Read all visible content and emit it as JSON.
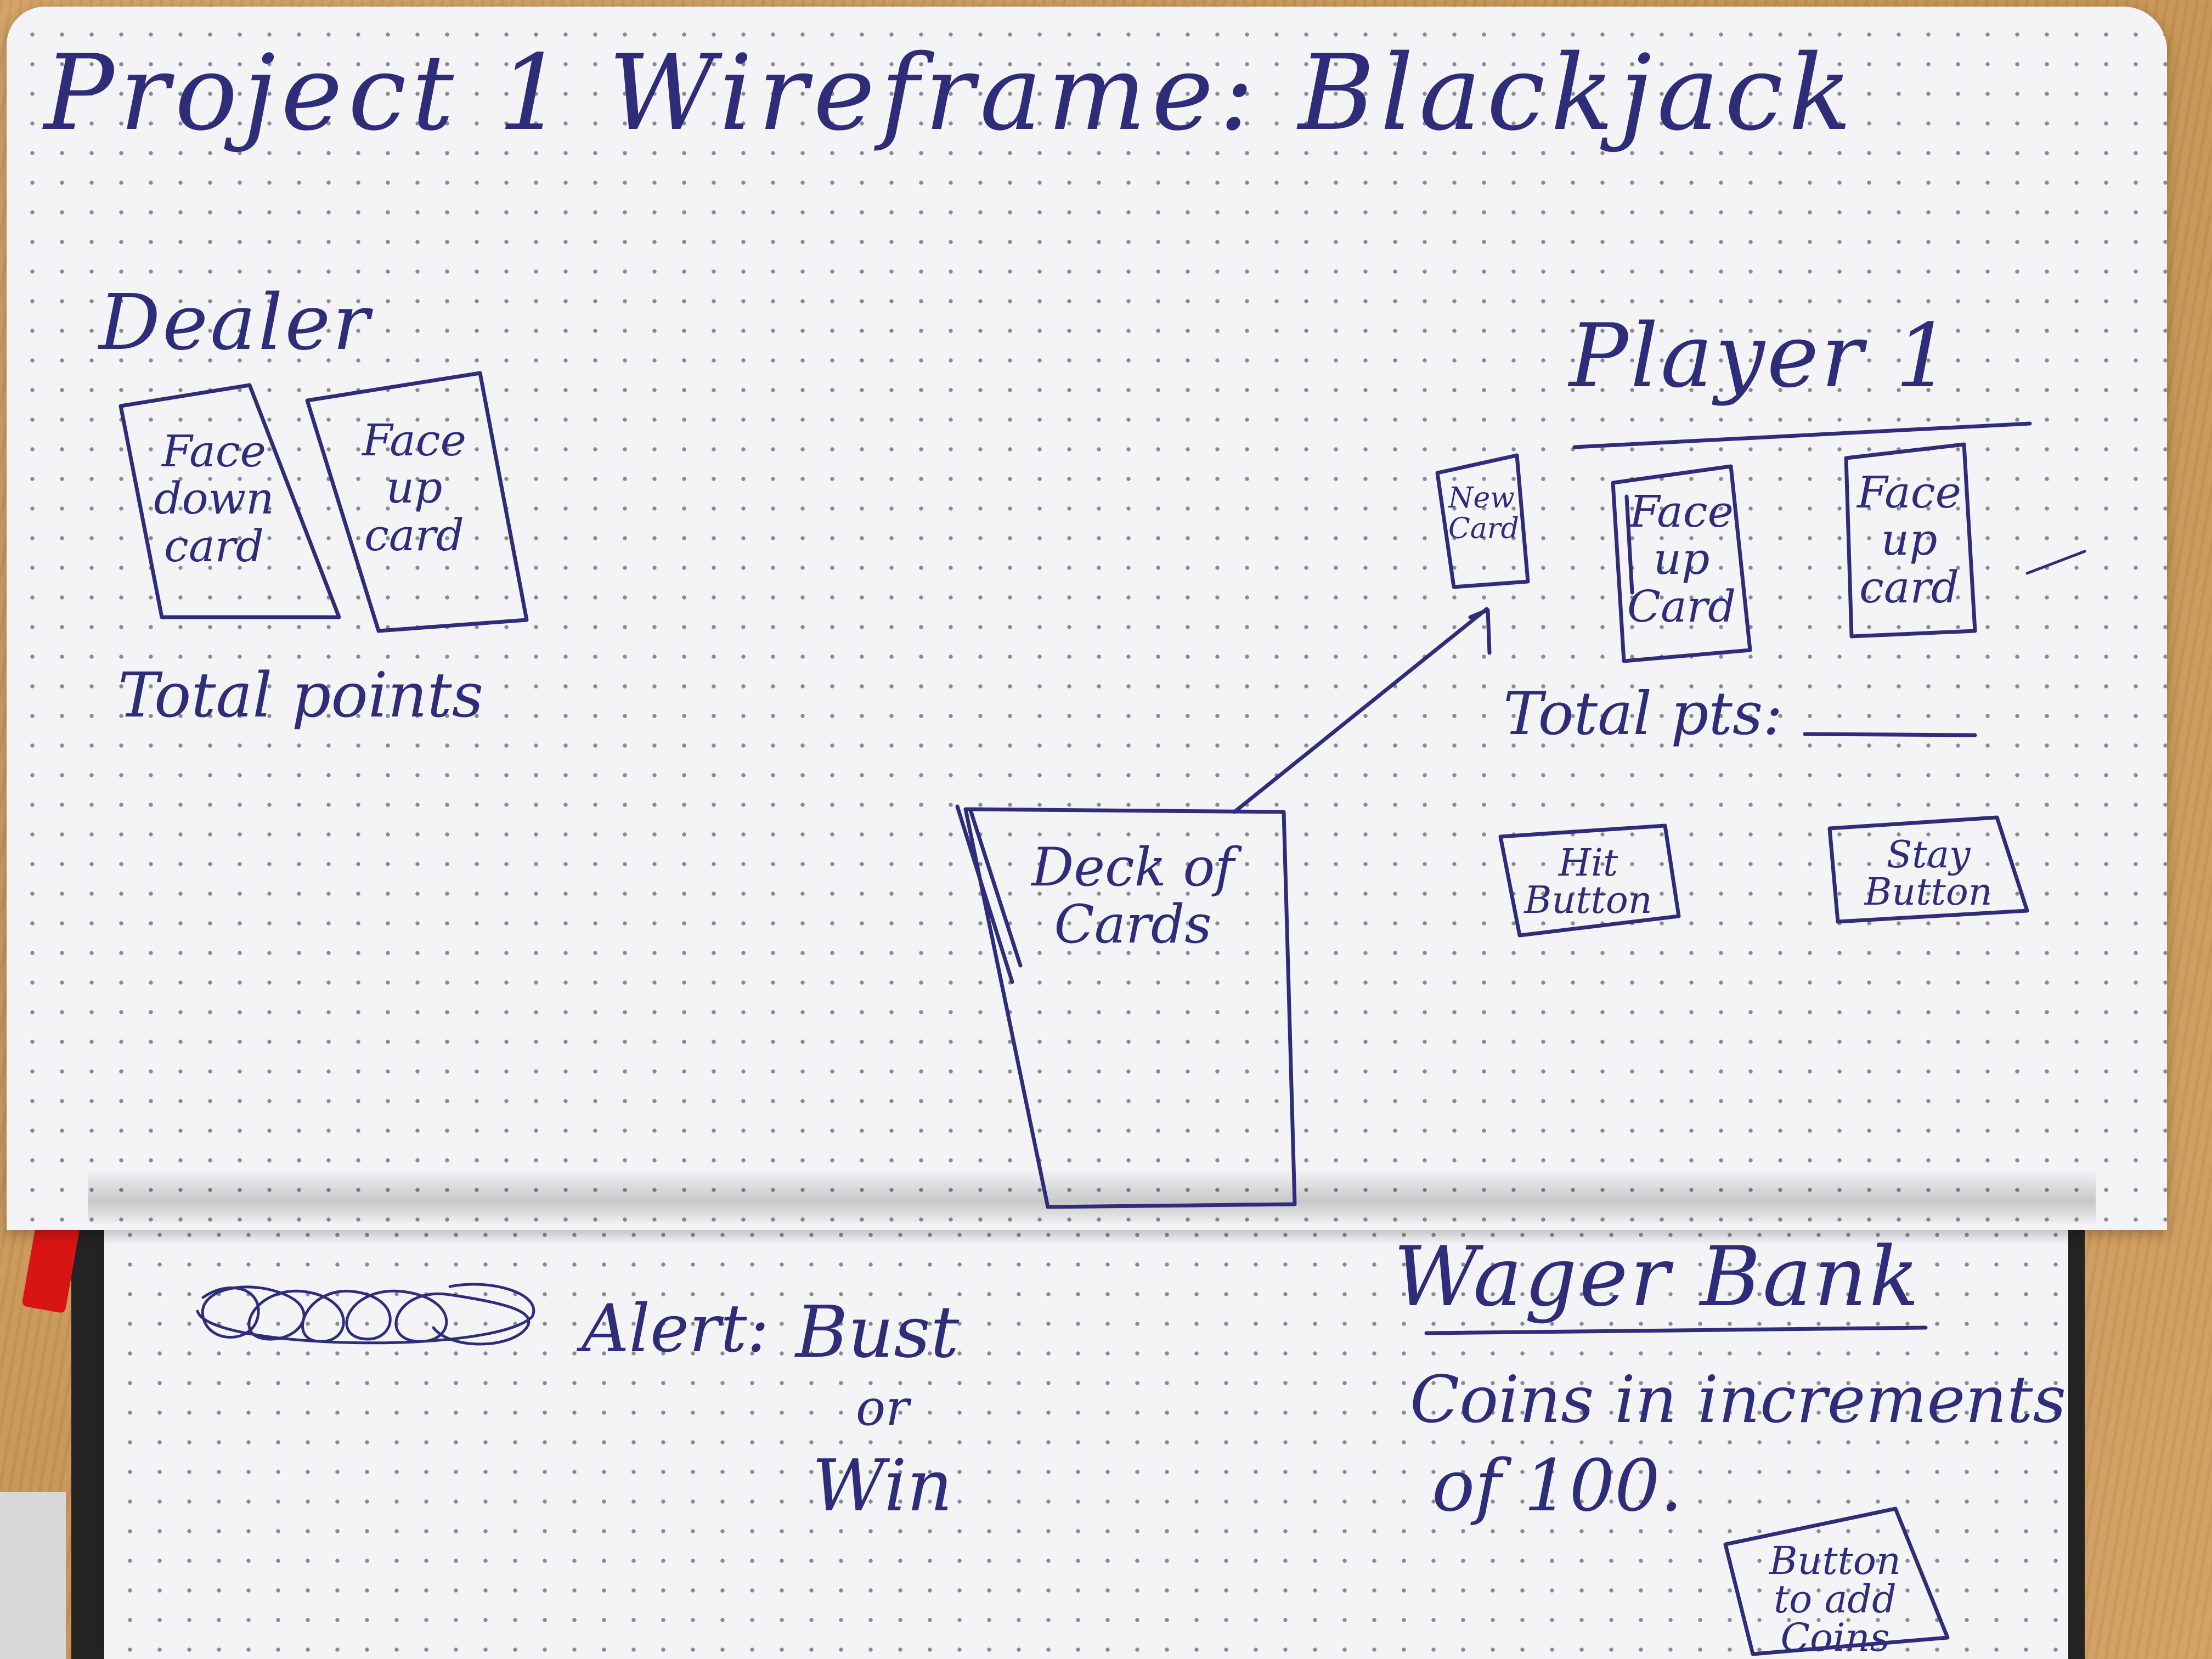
{
  "title": "Project 1 Wireframe: Blackjack",
  "dealer": {
    "heading": "Dealer",
    "card_face_down": "Face down card",
    "card_face_up": "Face up card",
    "total_label": "Total points"
  },
  "player": {
    "heading": "Player 1",
    "new_card": "New Card",
    "card_face_up_1": "Face up Card",
    "card_face_up_2": "Face up card",
    "total_label": "Total pts:",
    "hit_button": "Hit Button",
    "stay_button": "Stay Button"
  },
  "deck": {
    "label": "Deck of Cards"
  },
  "alert": {
    "label": "Alert:",
    "line1": "Bust",
    "line2": "or",
    "line3": "Win"
  },
  "wager": {
    "heading": "Wager Bank",
    "line1": "Coins in increments",
    "line2": "of 100.",
    "add_button": "Button to add Coins"
  },
  "colors": {
    "ink": "#2f2d7a",
    "paper": "#f4f4f7",
    "dots": "#8a8a95",
    "desk": "#cf9a58",
    "ribbon": "#d91414"
  }
}
